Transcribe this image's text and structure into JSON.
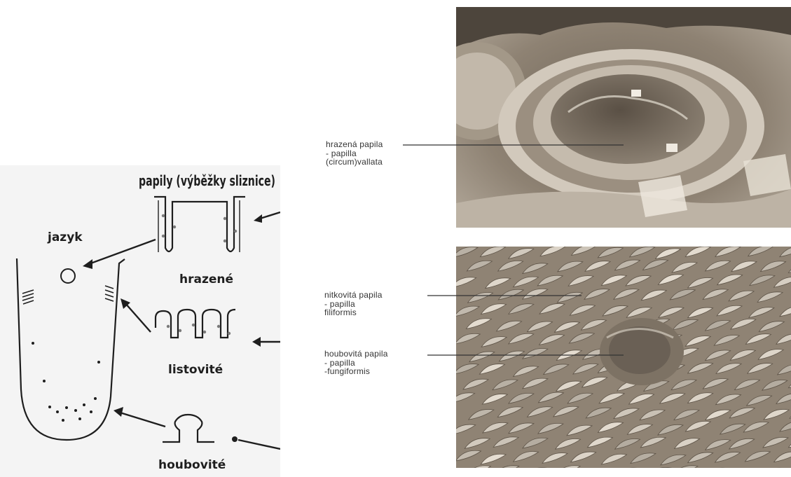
{
  "diagram": {
    "title": "papily (výběžky sliznice)",
    "tongue_label": "jazyk",
    "types": {
      "vallate": "hrazené",
      "foliate": "listovité",
      "fungiform": "houbovité"
    }
  },
  "micrographs": {
    "labels": [
      {
        "lines": [
          "hrazená  papila",
          "- papilla",
          "(circum)vallata"
        ]
      },
      {
        "lines": [
          "nitkovitá papila",
          "- papilla",
          "filiformis"
        ]
      },
      {
        "lines": [
          "houbovitá papila",
          "- papilla",
          "-fungiformis"
        ]
      }
    ]
  },
  "colors": {
    "ink": "#1e1e1e",
    "diagram_background": "#f4f4f4",
    "photo_tone": "#8a7c6c"
  }
}
